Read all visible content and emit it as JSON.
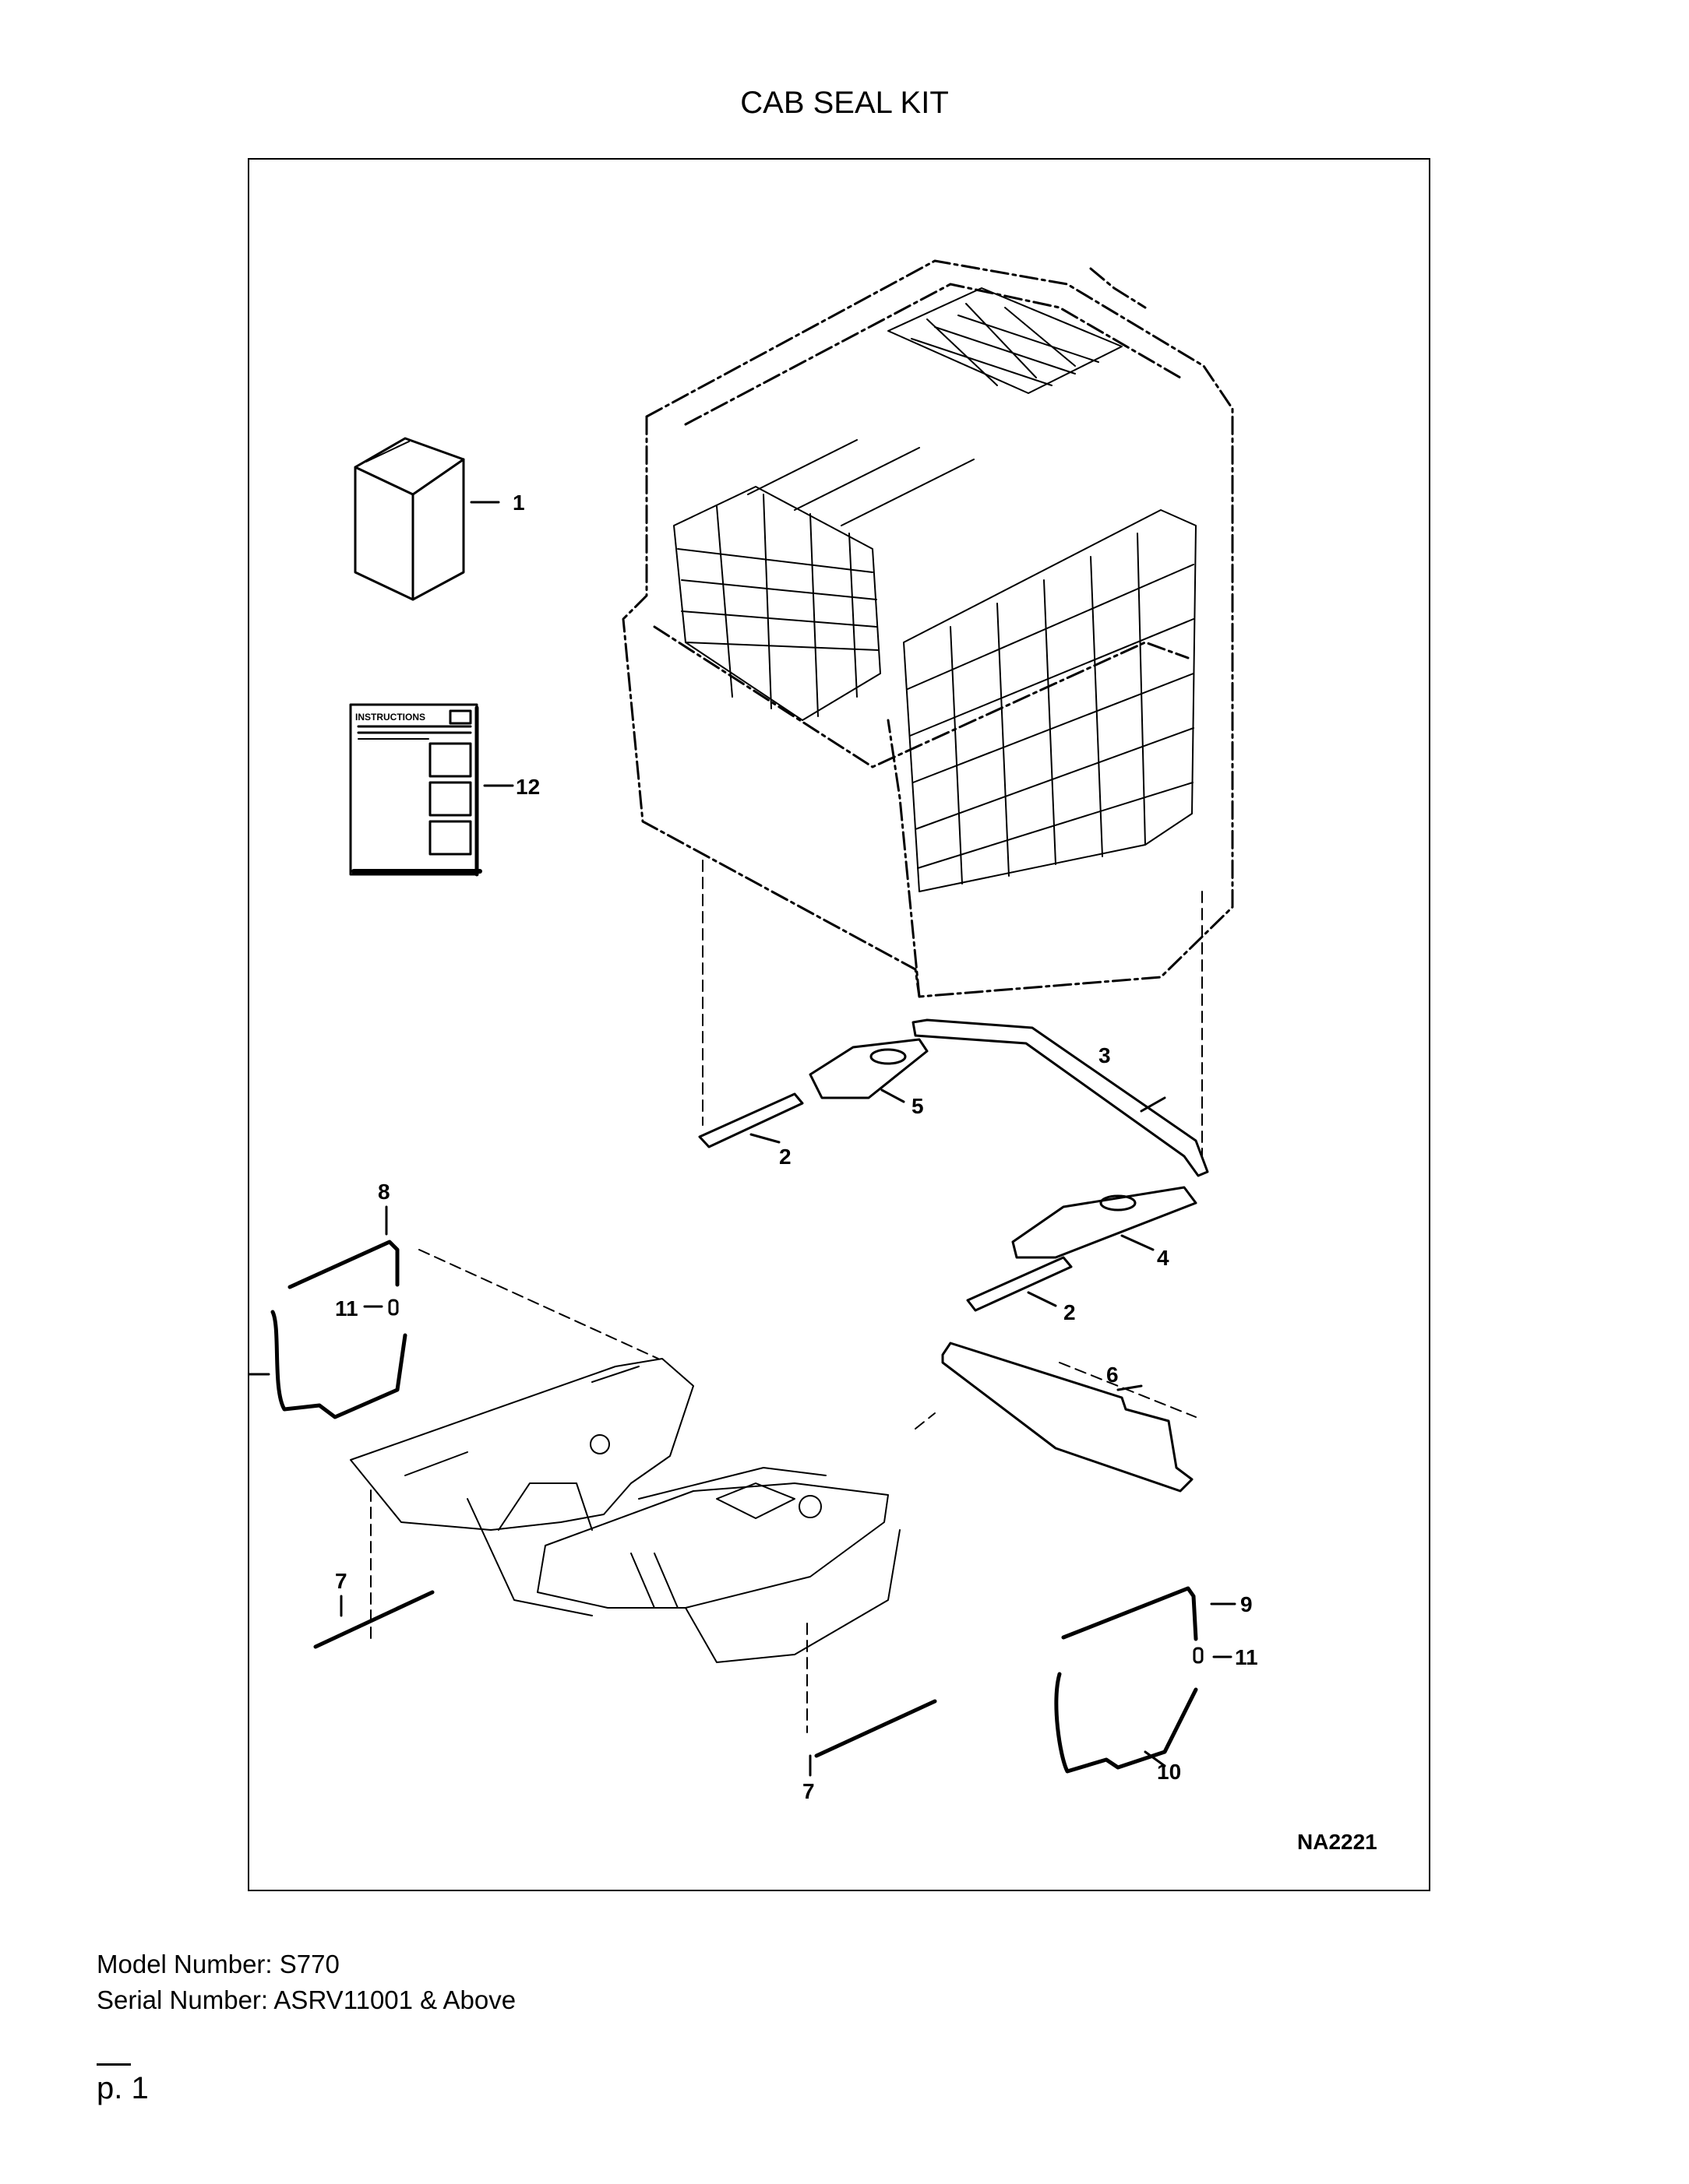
{
  "title": "CAB SEAL KIT",
  "drawing": {
    "code": "NA2221",
    "instructions_label": "INSTRUCTIONS",
    "callouts": {
      "c1": "1",
      "c12": "12",
      "c3": "3",
      "c5": "5",
      "c2a": "2",
      "c8": "8",
      "c4": "4",
      "c11a": "11",
      "c2b": "2",
      "c10a": "10",
      "c6": "6",
      "c7a": "7",
      "c9": "9",
      "c11b": "11",
      "c10b": "10",
      "c7b": "7"
    }
  },
  "footer": {
    "model": "Model Number: S770",
    "serial": "Serial Number: ASRV11001 & Above"
  },
  "page": "p. 1"
}
